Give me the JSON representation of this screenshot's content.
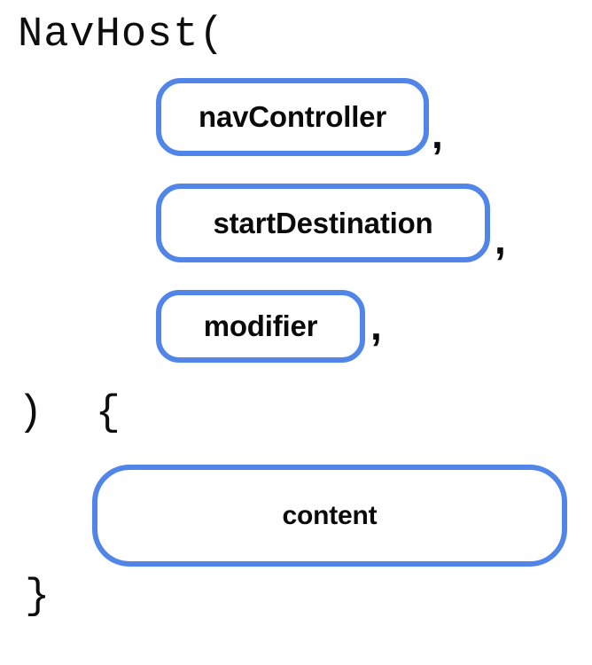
{
  "diagram": {
    "title": "NavHost composable signature diagram",
    "background_color": "#ffffff",
    "accent_color": "#5285e8",
    "text_color": "#0a0a0a"
  },
  "code": {
    "open_line": "NavHost(",
    "close_paren_open_brace": ")  {",
    "close_brace": "}"
  },
  "parameters": [
    {
      "label": "navController",
      "separator": ","
    },
    {
      "label": "startDestination",
      "separator": ","
    },
    {
      "label": "modifier",
      "separator": ","
    }
  ],
  "body": {
    "label": "content"
  }
}
